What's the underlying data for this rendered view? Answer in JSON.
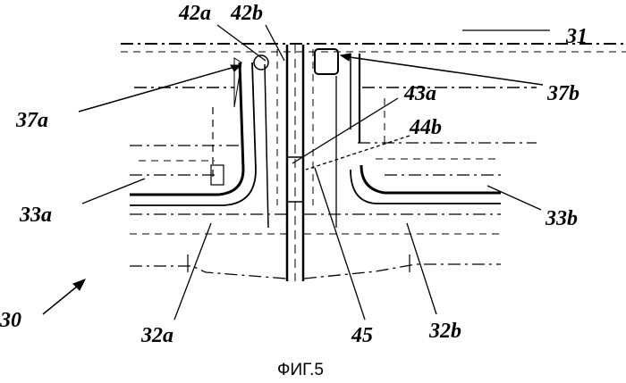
{
  "figure": {
    "caption": "ФИГ.5",
    "labels": {
      "l31": "31",
      "l42a": "42a",
      "l42b": "42b",
      "l37a": "37a",
      "l37b": "37b",
      "l43a": "43a",
      "l44b": "44b",
      "l33a": "33a",
      "l33b": "33b",
      "l30": "30",
      "l32a": "32a",
      "l45": "45",
      "l32b": "32b"
    }
  }
}
